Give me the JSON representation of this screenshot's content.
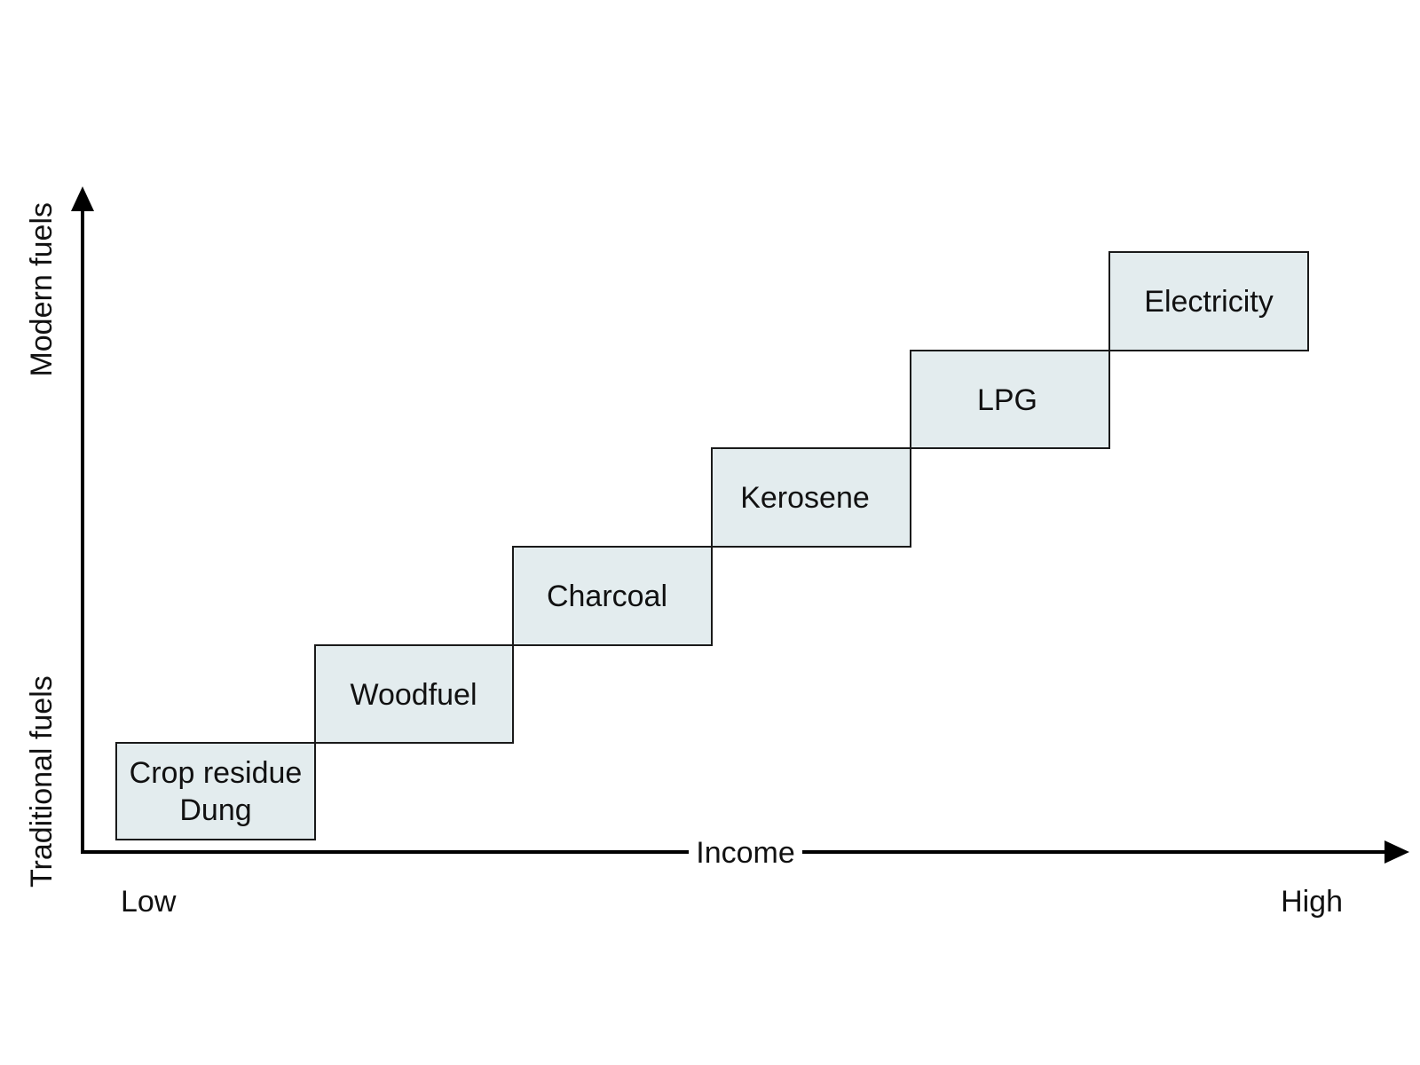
{
  "diagram": {
    "x_axis": {
      "label": "Income",
      "low_label": "Low",
      "high_label": "High"
    },
    "y_axis": {
      "top_label": "Modern fuels",
      "bottom_label": "Traditional fuels"
    },
    "steps": [
      {
        "lines": [
          "Crop residue",
          "Dung"
        ]
      },
      {
        "lines": [
          "Woodfuel"
        ]
      },
      {
        "lines": [
          "Charcoal"
        ]
      },
      {
        "lines": [
          "Kerosene"
        ]
      },
      {
        "lines": [
          "LPG"
        ]
      },
      {
        "lines": [
          "Electricity"
        ]
      }
    ]
  }
}
